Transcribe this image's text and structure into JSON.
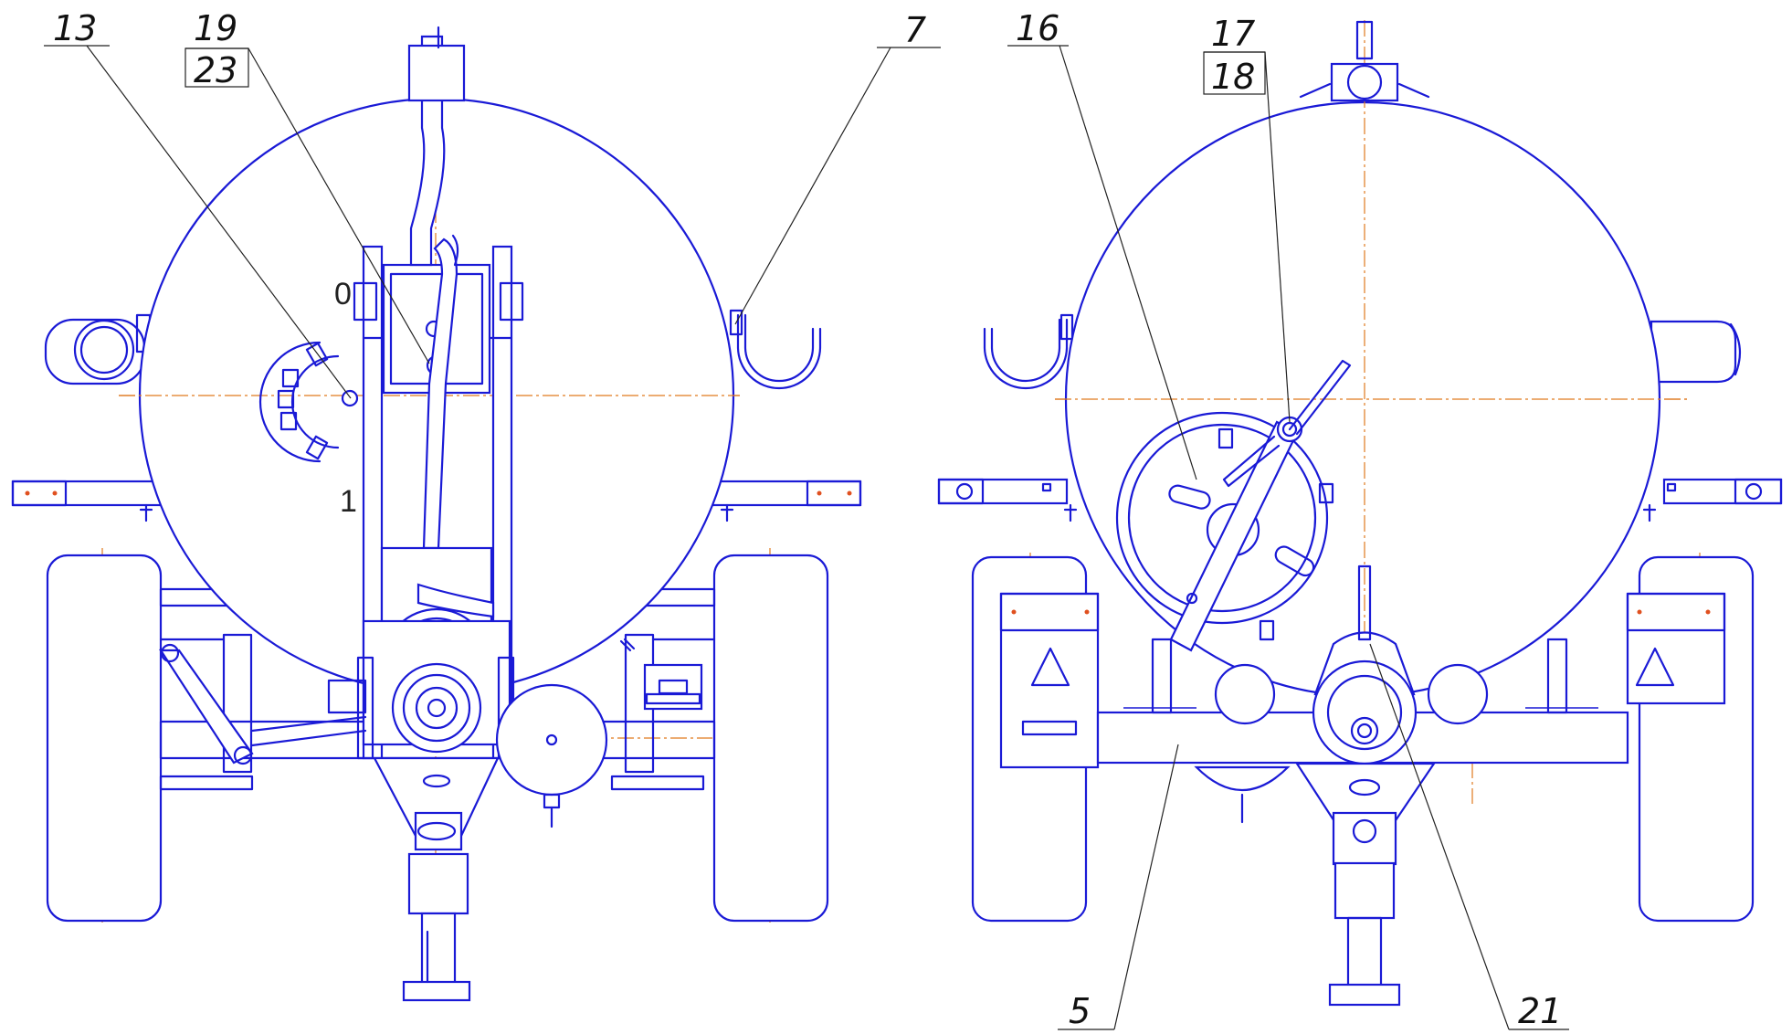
{
  "callouts": {
    "c13": "13",
    "c19": "19",
    "c23": "23",
    "c7": "7",
    "c16": "16",
    "c17": "17",
    "c18": "18",
    "c5": "5",
    "c21": "21"
  },
  "lever_marks": {
    "zero": "0",
    "one": "1"
  },
  "colors": {
    "outline": "#1a1ad6",
    "axis_lines": "#e07a1f",
    "leader_lines": "#222222"
  }
}
